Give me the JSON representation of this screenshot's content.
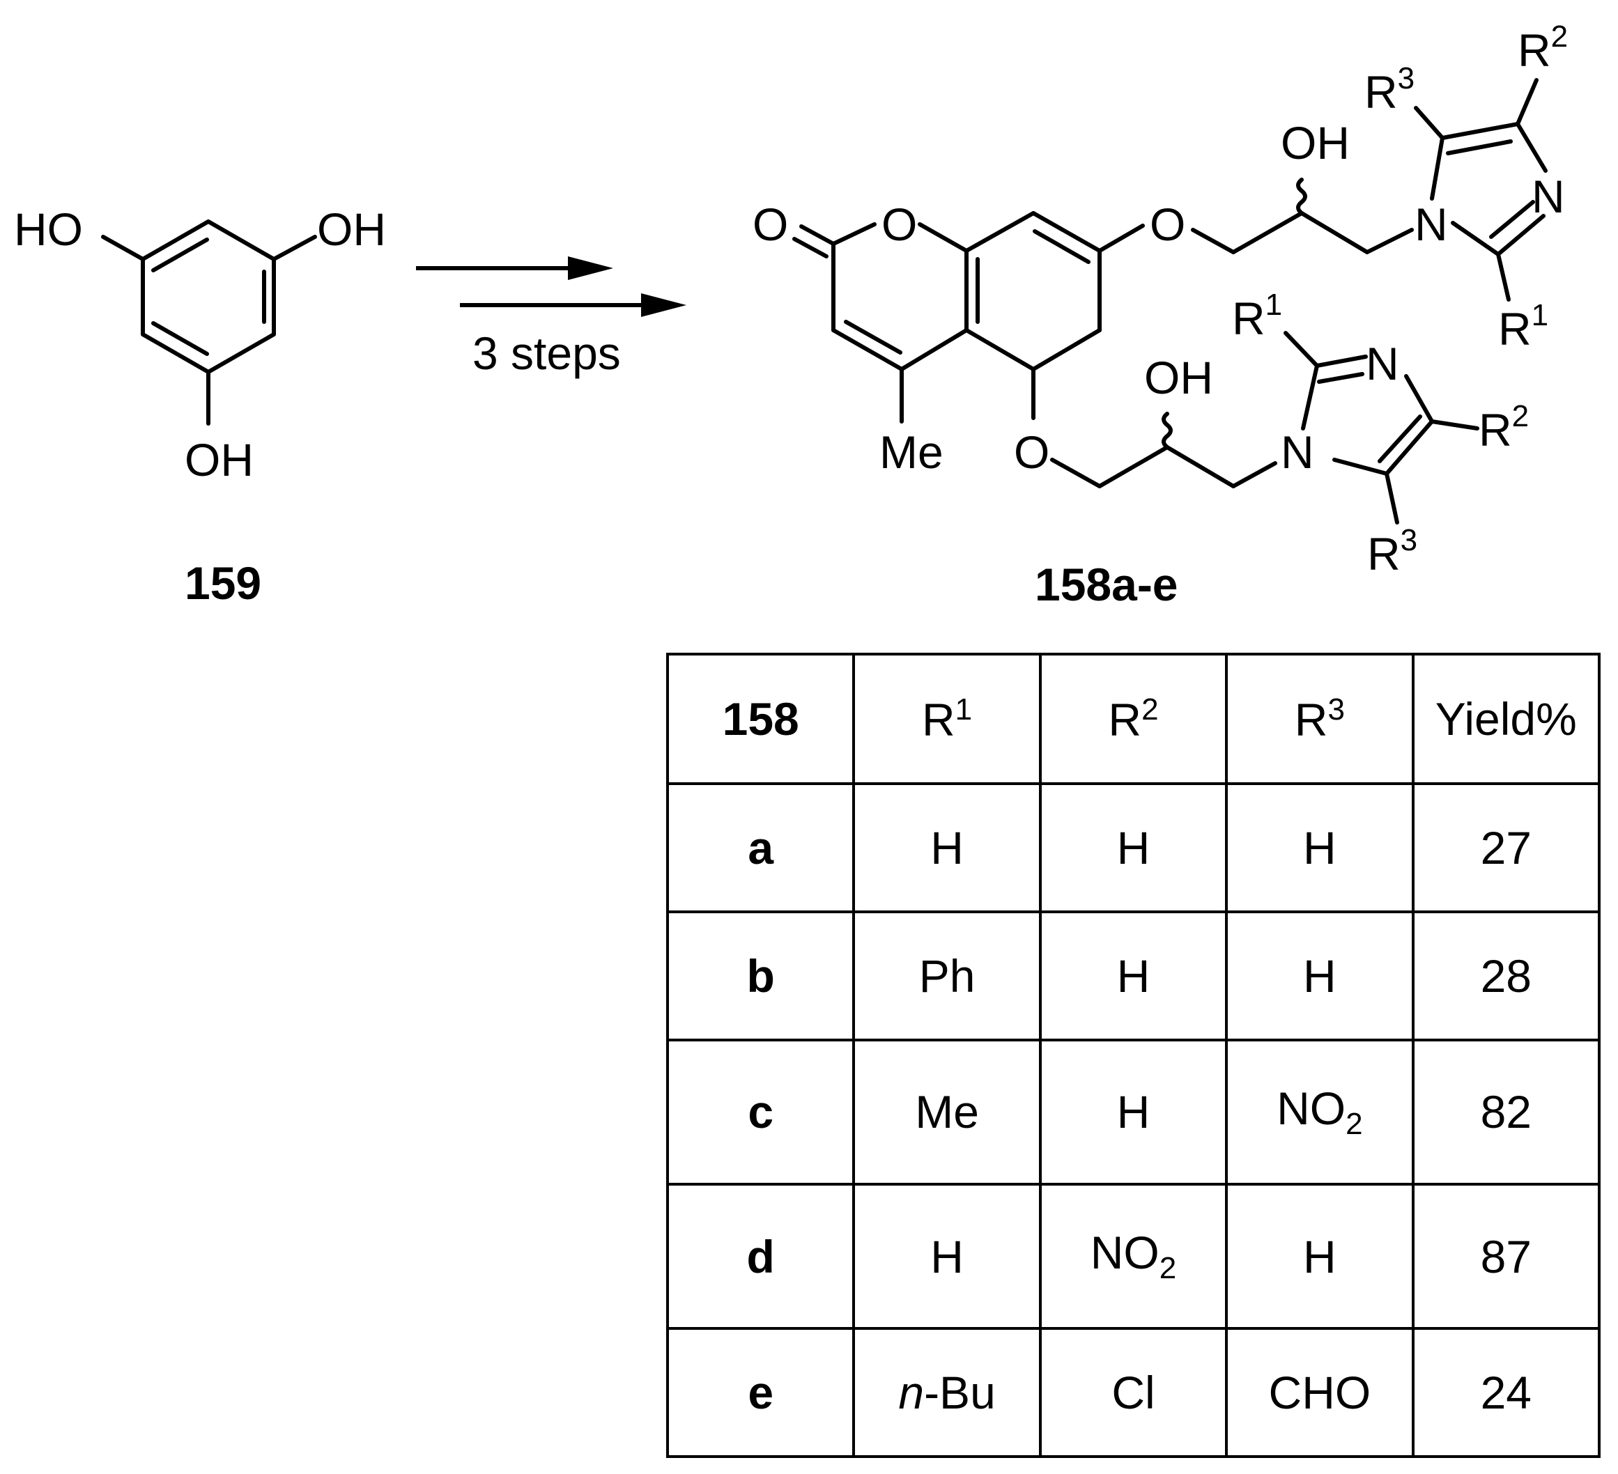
{
  "reaction": {
    "reagent_text": "3 steps",
    "starting_material": {
      "label": "159",
      "substituents": [
        "HO",
        "OH",
        "OH"
      ]
    },
    "product": {
      "label": "158a-e",
      "atoms": {
        "carbonyl_O": "O",
        "ring_O": "O",
        "ether_O_top": "O",
        "ether_O_bottom": "O",
        "methyl": "Me",
        "hydroxyl_top": "OH",
        "hydroxyl_bottom": "OH",
        "N_top_1": "N",
        "N_top_3": "N",
        "N_bottom_1": "N",
        "N_bottom_3": "N"
      },
      "r_groups": {
        "R": "R",
        "sup1": "1",
        "sup2": "2",
        "sup3": "3"
      }
    }
  },
  "table": {
    "headers": {
      "col0": "158",
      "col1_base": "R",
      "col1_sup": "1",
      "col2_base": "R",
      "col2_sup": "2",
      "col3_base": "R",
      "col3_sup": "3",
      "col4": "Yield%"
    },
    "rows": [
      {
        "id": "a",
        "r1": "H",
        "r2": "H",
        "r3": "H",
        "yield": "27"
      },
      {
        "id": "b",
        "r1": "Ph",
        "r2": "H",
        "r3": "H",
        "yield": "28"
      },
      {
        "id": "c",
        "r1": "Me",
        "r2": "H",
        "r3": "NO",
        "r3_sub": "2",
        "yield": "82"
      },
      {
        "id": "d",
        "r1": "H",
        "r2": "NO",
        "r2_sub": "2",
        "r3": "H",
        "yield": "87"
      },
      {
        "id": "e",
        "r1_prefix": "n",
        "r1": "-Bu",
        "r2": "Cl",
        "r3": "CHO",
        "yield": "24"
      }
    ]
  }
}
